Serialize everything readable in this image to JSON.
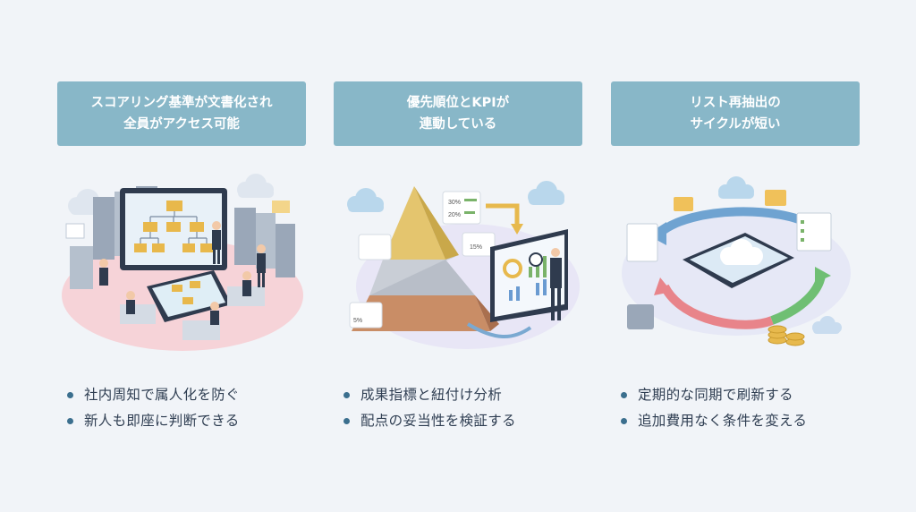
{
  "columns": [
    {
      "title_lines": [
        "スコアリング基準が文書化され",
        "全員がアクセス可能"
      ],
      "bullets": [
        "社内周知で属人化を防ぐ",
        "新人も即座に判断できる"
      ],
      "illustration_icon": "document-server-office-icon"
    },
    {
      "title_lines": [
        "優先順位とKPIが",
        "連動している"
      ],
      "bullets": [
        "成果指標と紐付け分析",
        "配点の妥当性を検証する"
      ],
      "illustration_icon": "kpi-pyramid-icon",
      "illustration_labels": [
        "30%",
        "20%",
        "15%",
        "5%"
      ]
    },
    {
      "title_lines": [
        "リスト再抽出の",
        "サイクルが短い"
      ],
      "bullets": [
        "定期的な同期で刷新する",
        "追加費用なく条件を変える"
      ],
      "illustration_icon": "cloud-sync-cycle-icon"
    }
  ],
  "colors": {
    "background": "#f1f4f8",
    "title_box": "#88b7c8",
    "bullet_text": "#2f3e52",
    "bullet_dot": "#3b6f8e"
  }
}
